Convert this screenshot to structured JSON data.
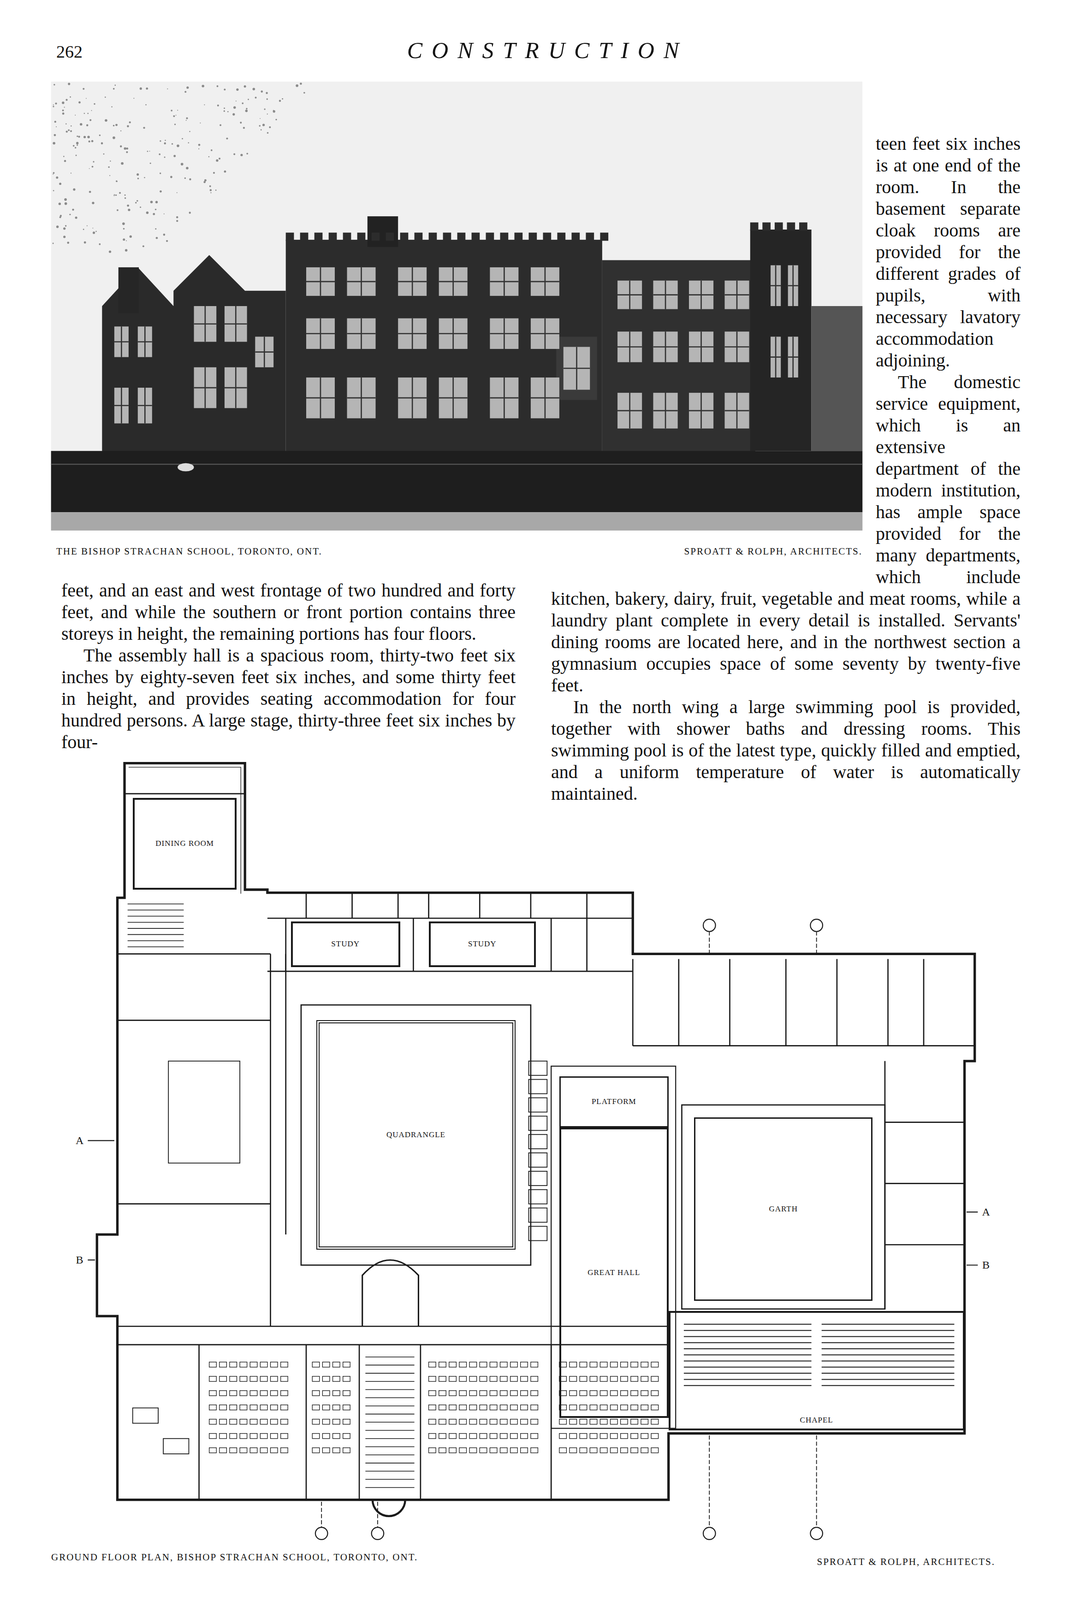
{
  "diagram": {
    "title": "CONSTRUCTION",
    "nodes": [
      {
        "text": [
          "DINING ROOM"
        ]
      },
      {
        "text": [
          "STUDY"
        ]
      },
      {
        "text": [
          "STUDY"
        ]
      },
      {
        "text": [
          "QUADRANGLE"
        ]
      },
      {
        "text": [
          "PLATFORM"
        ]
      },
      {
        "text": [
          "GREAT HALL"
        ]
      },
      {
        "text": [
          "GARTH"
        ]
      },
      {
        "text": [
          "CHAPEL"
        ]
      }
    ],
    "labels": [
      "262",
      "THE BISHOP STRACHAN SCHOOL, TORONTO, ONT.",
      "SPROATT & ROLPH, ARCHITECTS.",
      "teen feet six inches is at one end of the room. In the basement separate cloak rooms are provided for the different grades of pupils, with necessary lavatory accommodation adjoining.",
      "The domestic service equipment, which is an extensive department of the modern institution, has ample space provided for the many departments, which include kitchen, bakery, dairy, fruit, vegetable and meat rooms, while a laundry plant complete in every detail is installed. Servants' dining rooms are located here, and in the northwest section a gymnasium occupies space of some seventy by twenty-five feet.",
      "In the north wing a large swimming pool is provided, together with shower baths and dressing rooms. This swimming pool is of the latest type, quickly filled and emptied, and a uniform temperature of water is automatically maintained.",
      "feet, and an east and west frontage of two hundred and forty feet, and while the southern or front portion contains three storeys in height, the remaining portions has four floors.",
      "The assembly hall is a spacious room, thirty-two feet six inches by eighty-seven feet six inches, and some thirty feet in height, and provides seating accommodation for four hundred persons. A large stage, thirty-three feet six inches by four-",
      "A",
      "B",
      "A",
      "B",
      "GROUND FLOOR PLAN, BISHOP STRACHAN SCHOOL, TORONTO, ONT.",
      "SPROATT & ROLPH, ARCHITECTS."
    ]
  }
}
